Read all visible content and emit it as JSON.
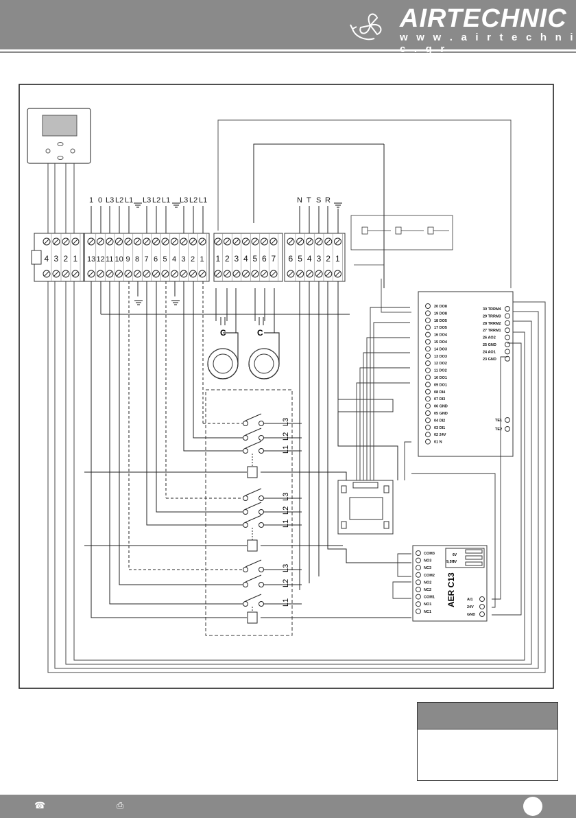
{
  "brand": {
    "name": "AIRTECHNIC",
    "url": "w w w . a i r t e c h n i c . g r"
  },
  "block_a": {
    "numbers": [
      "4",
      "3",
      "2",
      "1"
    ]
  },
  "block_b": {
    "top_labels": [
      "1",
      "0",
      "L3",
      "L2",
      "L1",
      "L3",
      "L2",
      "L1",
      "L3",
      "L2",
      "L1"
    ],
    "numbers": [
      "13",
      "12",
      "11",
      "10",
      "9",
      "8",
      "7",
      "6",
      "5",
      "4",
      "3",
      "2",
      "1"
    ]
  },
  "block_c": {
    "numbers": [
      "1",
      "2",
      "3",
      "4",
      "5",
      "6",
      "7"
    ],
    "capacitor_labels": [
      "C",
      "C"
    ]
  },
  "block_d": {
    "top_labels": [
      "N",
      "T",
      "S",
      "R"
    ],
    "numbers": [
      "6",
      "5",
      "4",
      "3",
      "2",
      "1"
    ]
  },
  "contactor_labels": [
    "L3",
    "L2",
    "L1"
  ],
  "controller": {
    "left_terminals": [
      "20 DO8",
      "19 DO8",
      "18 DO5",
      "17 DO5",
      "16 DO4",
      "15 DO4",
      "14 DO3",
      "13 DO3",
      "12 DO2",
      "11 DO2",
      "10 DO1",
      "09 DO1",
      "08 DI4",
      "07 DI3",
      "06 GND",
      "05 GND",
      "04 DI2",
      "03 DI1",
      "02 24V",
      "01 N"
    ],
    "right_terminals": [
      "30 TRRM4",
      "29 TRRM3",
      "28 TRRM2",
      "27 TRRM1",
      "26 AO2",
      "25 GND",
      "24 AO1",
      "23 GND"
    ],
    "probe_terminals": [
      "TE1",
      "TE2"
    ]
  },
  "aer_module": {
    "title": "AER C13",
    "left_terminals": [
      "COM3",
      "NO3",
      "NC3",
      "COM2",
      "NO2",
      "NC2",
      "COM1",
      "NO1",
      "NC1"
    ],
    "voltages": [
      "9,5V",
      "6V",
      "3V"
    ],
    "right_terminals": [
      "AI1",
      "24V",
      "GND"
    ]
  },
  "colors": {
    "header": "#8a8a8a",
    "line": "#222222"
  }
}
